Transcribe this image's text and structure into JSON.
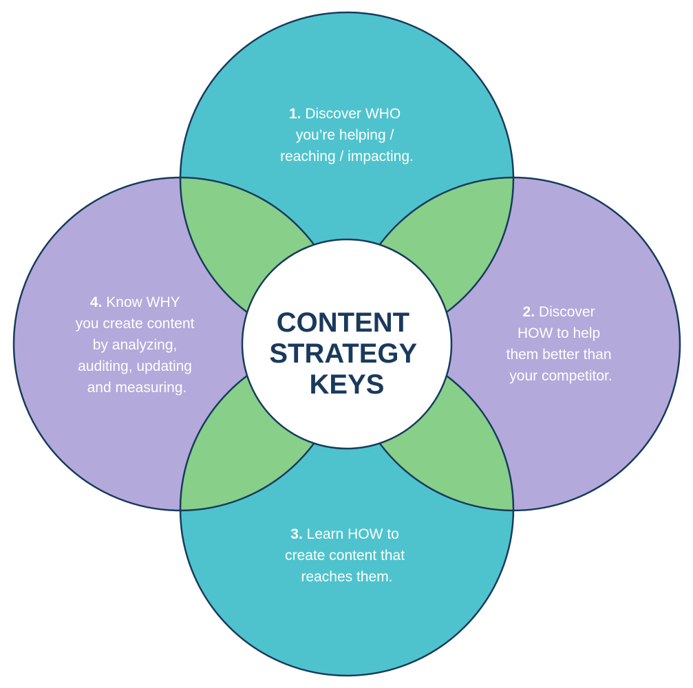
{
  "colors": {
    "teal": "#4fc3cd",
    "purple": "#b4a9db",
    "green": "#88cf8a",
    "outline": "#173b5b",
    "center_fill": "#ffffff",
    "label_text": "#ffffff",
    "center_text": "#1a3a5c"
  },
  "center": {
    "lines": [
      "CONTENT",
      "STRATEGY",
      "KEYS"
    ]
  },
  "keys": [
    {
      "id": "top",
      "number": "1.",
      "lines": [
        "Discover WHO",
        "you’re helping /",
        "reaching / impacting."
      ]
    },
    {
      "id": "right",
      "number": "2.",
      "lines": [
        "Discover",
        "HOW to help",
        "them better than",
        "your competitor."
      ]
    },
    {
      "id": "bottom",
      "number": "3.",
      "lines": [
        "Learn HOW to",
        "create content that",
        "reaches them."
      ]
    },
    {
      "id": "left",
      "number": "4.",
      "lines": [
        "Know WHY",
        "you create content",
        "by analyzing,",
        "auditing, updating",
        "and measuring."
      ]
    }
  ]
}
